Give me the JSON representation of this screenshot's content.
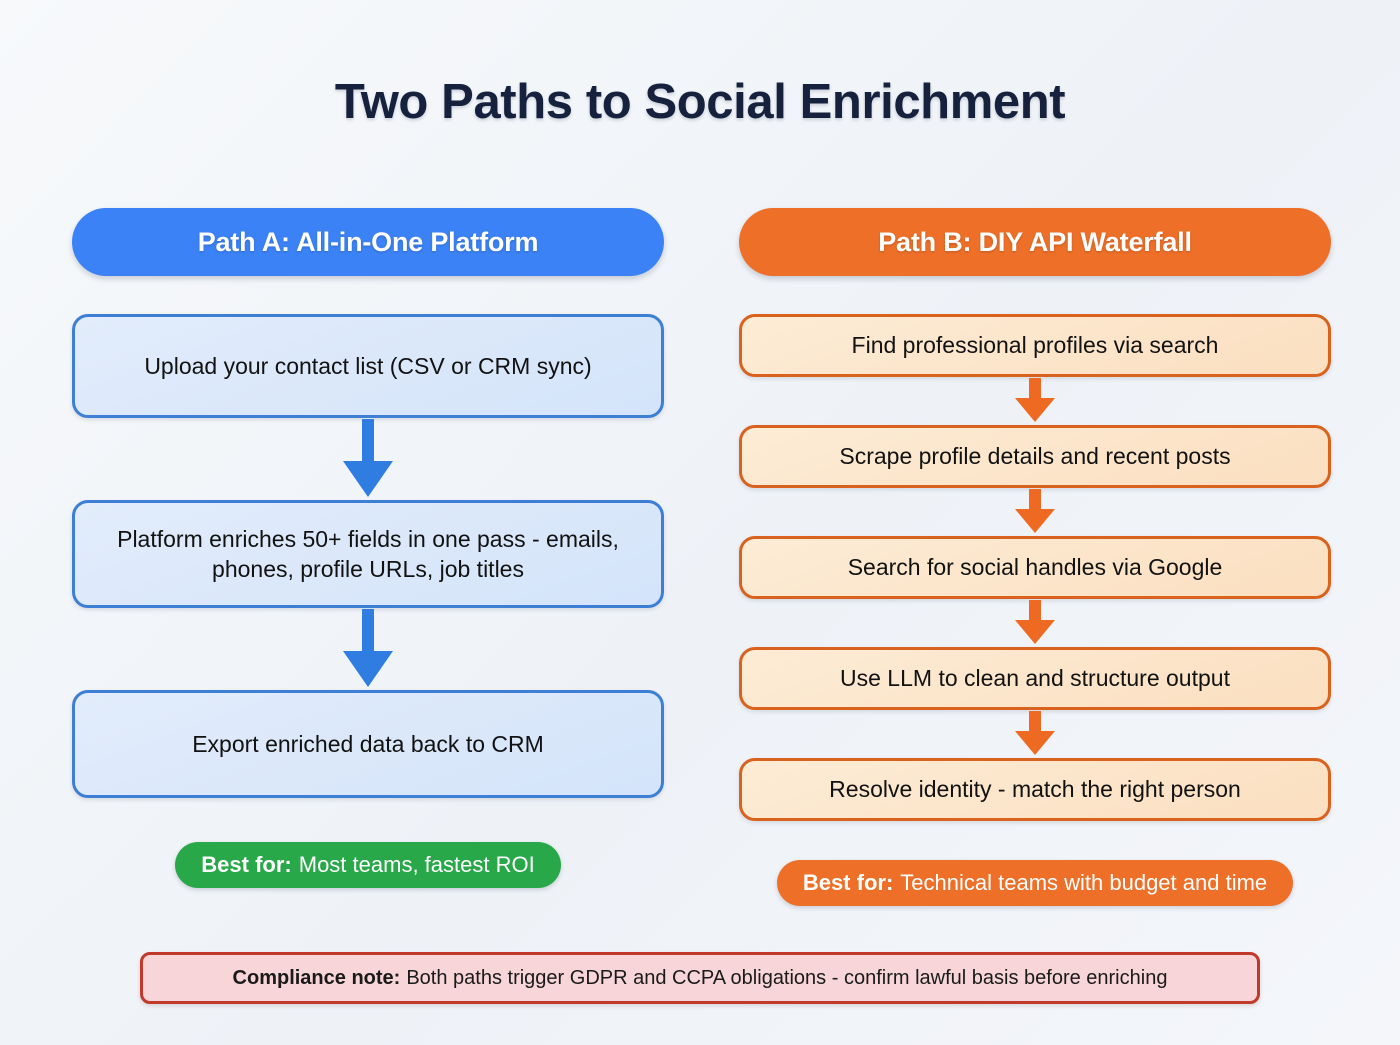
{
  "title": "Two Paths to Social Enrichment",
  "colors": {
    "background": "#f5f7fa",
    "title_text": "#16213e",
    "path_a_accent": "#3b82f6",
    "path_a_box_fill": "#dce8fb",
    "path_a_box_border": "#3c7fd4",
    "path_b_accent": "#ed6f28",
    "path_b_box_fill": "#fbe4c8",
    "path_b_box_border": "#d9621f",
    "best_for_a": "#28a848",
    "best_for_b": "#ed6f28",
    "compliance_fill": "#f8d5d8",
    "compliance_border": "#c0392b"
  },
  "path_a": {
    "header": "Path A: All-in-One Platform",
    "steps": [
      {
        "text": "Upload your contact list (CSV or CRM sync)"
      },
      {
        "text": "Platform enriches 50+ fields in one pass - emails, phones, profile URLs, job titles"
      },
      {
        "text": "Export enriched data back to CRM"
      }
    ],
    "best_for": {
      "lead": "Best for:",
      "text": "Most teams, fastest ROI"
    }
  },
  "path_b": {
    "header": "Path B: DIY API Waterfall",
    "steps": [
      {
        "text": "Find professional profiles via search"
      },
      {
        "text": "Scrape profile details and recent posts"
      },
      {
        "text": "Search for social handles via Google"
      },
      {
        "text": "Use LLM to clean and structure output"
      },
      {
        "text": "Resolve identity - match the right person"
      }
    ],
    "best_for": {
      "lead": "Best for:",
      "text": "Technical teams with budget and time"
    }
  },
  "compliance_note": {
    "lead": "Compliance note:",
    "text": "Both paths trigger GDPR and CCPA obligations - confirm lawful basis before enriching"
  }
}
